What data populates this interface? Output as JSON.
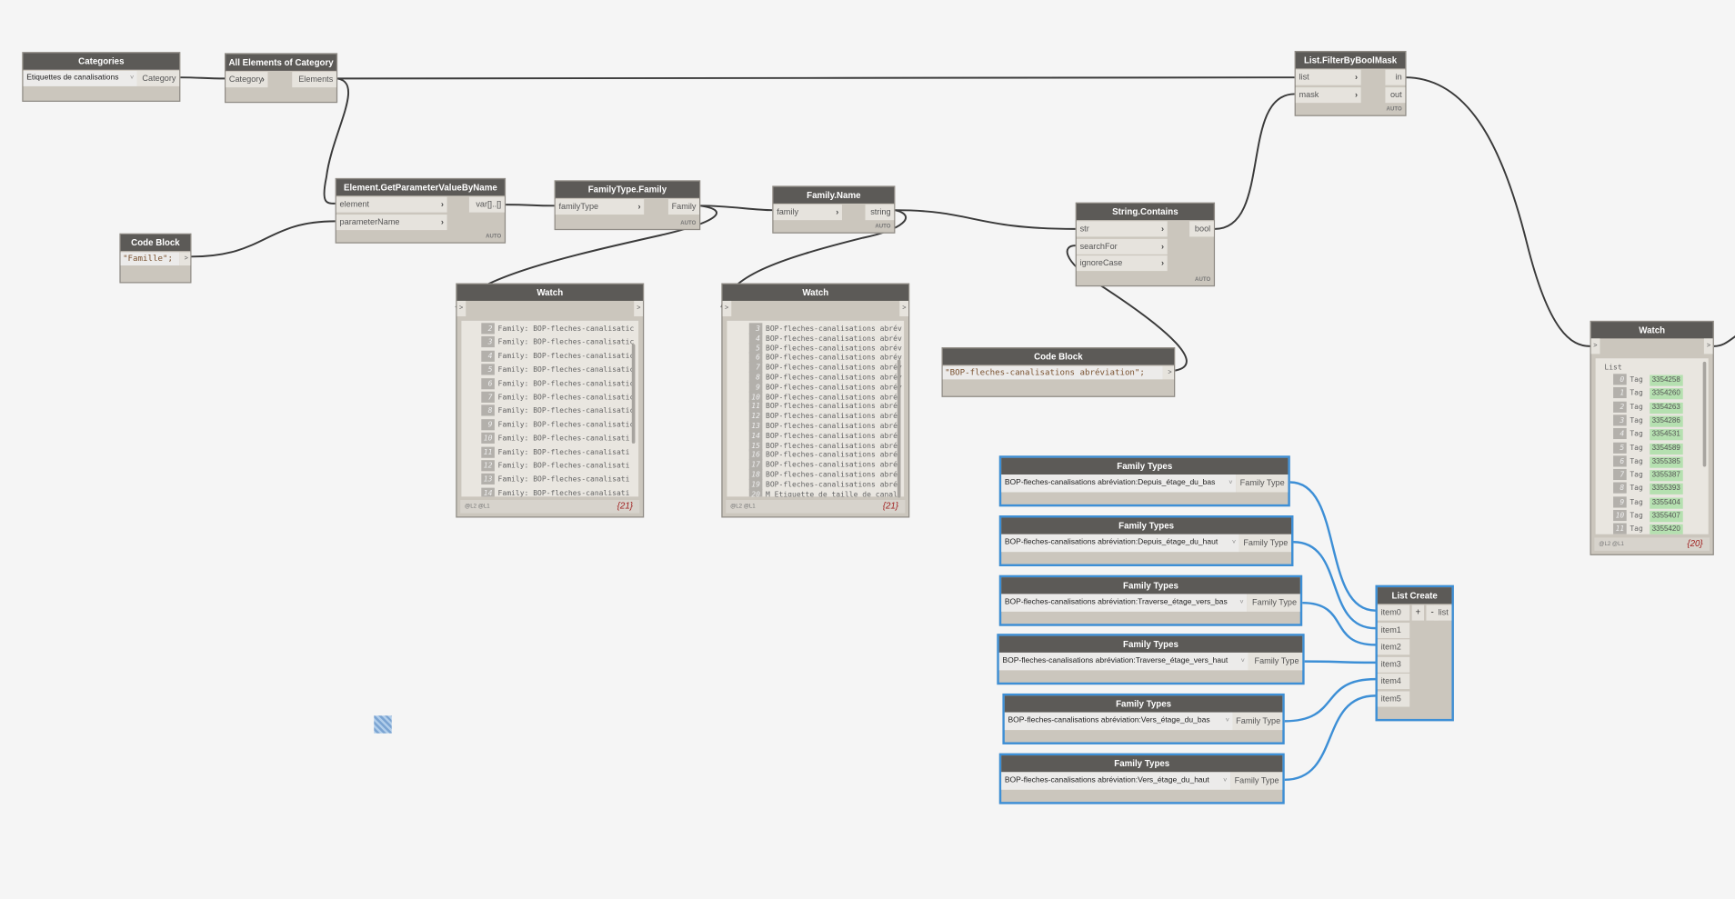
{
  "nodes": {
    "categories": {
      "title": "Categories",
      "dropdown": "Etiquettes de canalisations",
      "outputs": [
        "Category"
      ]
    },
    "all_elements": {
      "title": "All Elements of Category",
      "inputs": [
        "Category"
      ],
      "outputs": [
        "Elements"
      ]
    },
    "get_param": {
      "title": "Element.GetParameterValueByName",
      "inputs": [
        "element",
        "parameterName"
      ],
      "outputs": [
        "var[]..[]"
      ],
      "lacing": "AUTO"
    },
    "code_block_1": {
      "title": "Code Block",
      "code": "\"Famille\";",
      "outputs": [
        ">"
      ]
    },
    "familytype_family": {
      "title": "FamilyType.Family",
      "inputs": [
        "familyType"
      ],
      "outputs": [
        "Family"
      ],
      "lacing": "AUTO"
    },
    "family_name": {
      "title": "Family.Name",
      "inputs": [
        "family"
      ],
      "outputs": [
        "string"
      ],
      "lacing": "AUTO"
    },
    "string_contains": {
      "title": "String.Contains",
      "inputs": [
        "str",
        "searchFor",
        "ignoreCase"
      ],
      "outputs": [
        "bool"
      ],
      "lacing": "AUTO"
    },
    "code_block_2": {
      "title": "Code Block",
      "code": "\"BOP-fleches-canalisations abréviation\";",
      "outputs": [
        ">"
      ]
    },
    "filter_mask": {
      "title": "List.FilterByBoolMask",
      "inputs": [
        "list",
        "mask"
      ],
      "outputs": [
        "in",
        "out"
      ],
      "lacing": "AUTO"
    },
    "list_create": {
      "title": "List Create",
      "inputs": [
        "item0",
        "item1",
        "item2",
        "item3",
        "item4",
        "item5"
      ],
      "outputs": [
        "list"
      ],
      "add": "+",
      "remove": "-"
    }
  },
  "family_types": [
    {
      "title": "Family Types",
      "value": "BOP-fleches-canalisations abréviation:Depuis_étage_du_bas",
      "output": "Family Type"
    },
    {
      "title": "Family Types",
      "value": "BOP-fleches-canalisations abréviation:Depuis_étage_du_haut",
      "output": "Family Type"
    },
    {
      "title": "Family Types",
      "value": "BOP-fleches-canalisations abréviation:Traverse_étage_vers_bas",
      "output": "Family Type"
    },
    {
      "title": "Family Types",
      "value": "BOP-fleches-canalisations abréviation:Traverse_étage_vers_haut",
      "output": "Family Type"
    },
    {
      "title": "Family Types",
      "value": "BOP-fleches-canalisations abréviation:Vers_étage_du_bas",
      "output": "Family Type"
    },
    {
      "title": "Family Types",
      "value": "BOP-fleches-canalisations abréviation:Vers_étage_du_haut",
      "output": "Family Type"
    }
  ],
  "watches": [
    {
      "title": "Watch",
      "port_in": ">",
      "port_out": ">",
      "levels": "@L2 @L1",
      "count": "{21}",
      "items": [
        {
          "i": "2",
          "t": "Family: BOP-fleches-canalisatic"
        },
        {
          "i": "3",
          "t": "Family: BOP-fleches-canalisatic"
        },
        {
          "i": "4",
          "t": "Family: BOP-fleches-canalisatic"
        },
        {
          "i": "5",
          "t": "Family: BOP-fleches-canalisatic"
        },
        {
          "i": "6",
          "t": "Family: BOP-fleches-canalisatic"
        },
        {
          "i": "7",
          "t": "Family: BOP-fleches-canalisatic"
        },
        {
          "i": "8",
          "t": "Family: BOP-fleches-canalisatic"
        },
        {
          "i": "9",
          "t": "Family: BOP-fleches-canalisatic"
        },
        {
          "i": "10",
          "t": "Family: BOP-fleches-canalisati"
        },
        {
          "i": "11",
          "t": "Family: BOP-fleches-canalisati"
        },
        {
          "i": "12",
          "t": "Family: BOP-fleches-canalisati"
        },
        {
          "i": "13",
          "t": "Family: BOP-fleches-canalisati"
        },
        {
          "i": "14",
          "t": "Family: BOP-fleches-canalisati"
        }
      ]
    },
    {
      "title": "Watch",
      "port_in": ">",
      "port_out": ">",
      "levels": "@L2 @L1",
      "count": "{21}",
      "items": [
        {
          "i": "3",
          "t": "BOP-fleches-canalisations abrév"
        },
        {
          "i": "4",
          "t": "BOP-fleches-canalisations abrév"
        },
        {
          "i": "5",
          "t": "BOP-fleches-canalisations abrév"
        },
        {
          "i": "6",
          "t": "BOP-fleches-canalisations abrév"
        },
        {
          "i": "7",
          "t": "BOP-fleches-canalisations abrév"
        },
        {
          "i": "8",
          "t": "BOP-fleches-canalisations abrév"
        },
        {
          "i": "9",
          "t": "BOP-fleches-canalisations abrév"
        },
        {
          "i": "10",
          "t": "BOP-fleches-canalisations abré"
        },
        {
          "i": "11",
          "t": "BOP-fleches-canalisations abré"
        },
        {
          "i": "12",
          "t": "BOP-fleches-canalisations abré"
        },
        {
          "i": "13",
          "t": "BOP-fleches-canalisations abré"
        },
        {
          "i": "14",
          "t": "BOP-fleches-canalisations abré"
        },
        {
          "i": "15",
          "t": "BOP-fleches-canalisations abré"
        },
        {
          "i": "16",
          "t": "BOP-fleches-canalisations abré"
        },
        {
          "i": "17",
          "t": "BOP-fleches-canalisations abré"
        },
        {
          "i": "18",
          "t": "BOP-fleches-canalisations abré"
        },
        {
          "i": "19",
          "t": "BOP-fleches-canalisations abré"
        },
        {
          "i": "20",
          "t": "M_Etiquette de taille de canal"
        }
      ]
    },
    {
      "title": "Watch",
      "port_in": ">",
      "port_out": ">",
      "levels": "@L2 @L1",
      "count": "{20}",
      "list_label": "List",
      "items": [
        {
          "i": "0",
          "t": "Tag",
          "v": "3354258"
        },
        {
          "i": "1",
          "t": "Tag",
          "v": "3354260"
        },
        {
          "i": "2",
          "t": "Tag",
          "v": "3354263"
        },
        {
          "i": "3",
          "t": "Tag",
          "v": "3354286"
        },
        {
          "i": "4",
          "t": "Tag",
          "v": "3354531"
        },
        {
          "i": "5",
          "t": "Tag",
          "v": "3354589"
        },
        {
          "i": "6",
          "t": "Tag",
          "v": "3355385"
        },
        {
          "i": "7",
          "t": "Tag",
          "v": "3355387"
        },
        {
          "i": "8",
          "t": "Tag",
          "v": "3355393"
        },
        {
          "i": "9",
          "t": "Tag",
          "v": "3355404"
        },
        {
          "i": "10",
          "t": "Tag",
          "v": "3355407"
        },
        {
          "i": "11",
          "t": "Tag",
          "v": "3355420"
        }
      ]
    }
  ],
  "colors": {
    "wire": "#3a3a3a",
    "selected_wire": "#3d8fd6",
    "header": "#5c5a57",
    "node_body": "#cbc6bd",
    "tag_value": "#b5e0b0",
    "count": "#a02020"
  }
}
